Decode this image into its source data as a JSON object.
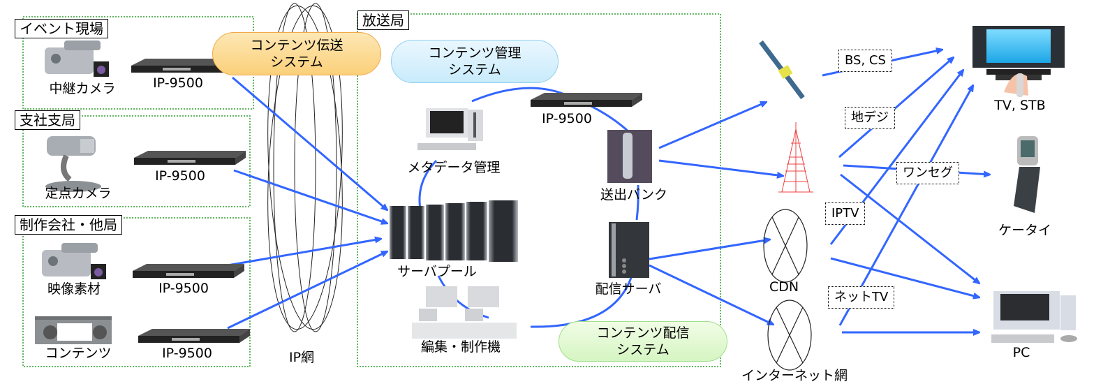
{
  "groups": {
    "event_site": "イベント現場",
    "branch": "支社支局",
    "production": "制作会社・他局",
    "broadcaster": "放送局"
  },
  "sources": {
    "relay_camera": "中継カメラ",
    "fixed_camera": "定点カメラ",
    "video_material": "映像素材",
    "contents": "コンテンツ"
  },
  "device_model": "IP-9500",
  "systems": {
    "transmission": [
      "コンテンツ伝送",
      "システム"
    ],
    "management": [
      "コンテンツ管理",
      "システム"
    ],
    "distribution": [
      "コンテンツ配信",
      "システム"
    ]
  },
  "network": {
    "ip_network": "IP網"
  },
  "station": {
    "metadata": "メタデータ管理",
    "server_pool": "サーバプール",
    "editing": "編集・制作機",
    "send_bank": "送出バンク",
    "delivery_server": "配信サーバ"
  },
  "channels": {
    "bs_cs": "BS, CS",
    "terrestrial": "地デジ",
    "oneseg": "ワンセグ",
    "iptv": "IPTV",
    "net_tv": "ネットTV"
  },
  "networks": {
    "cdn": "CDN",
    "internet": "インターネット網"
  },
  "terminals": {
    "tv": "TV, STB",
    "mobile": "ケータイ",
    "pc": "PC"
  },
  "colors": {
    "arrow": "#3366ff",
    "group_border": "#2e9e2e",
    "tower": "#f04040"
  }
}
